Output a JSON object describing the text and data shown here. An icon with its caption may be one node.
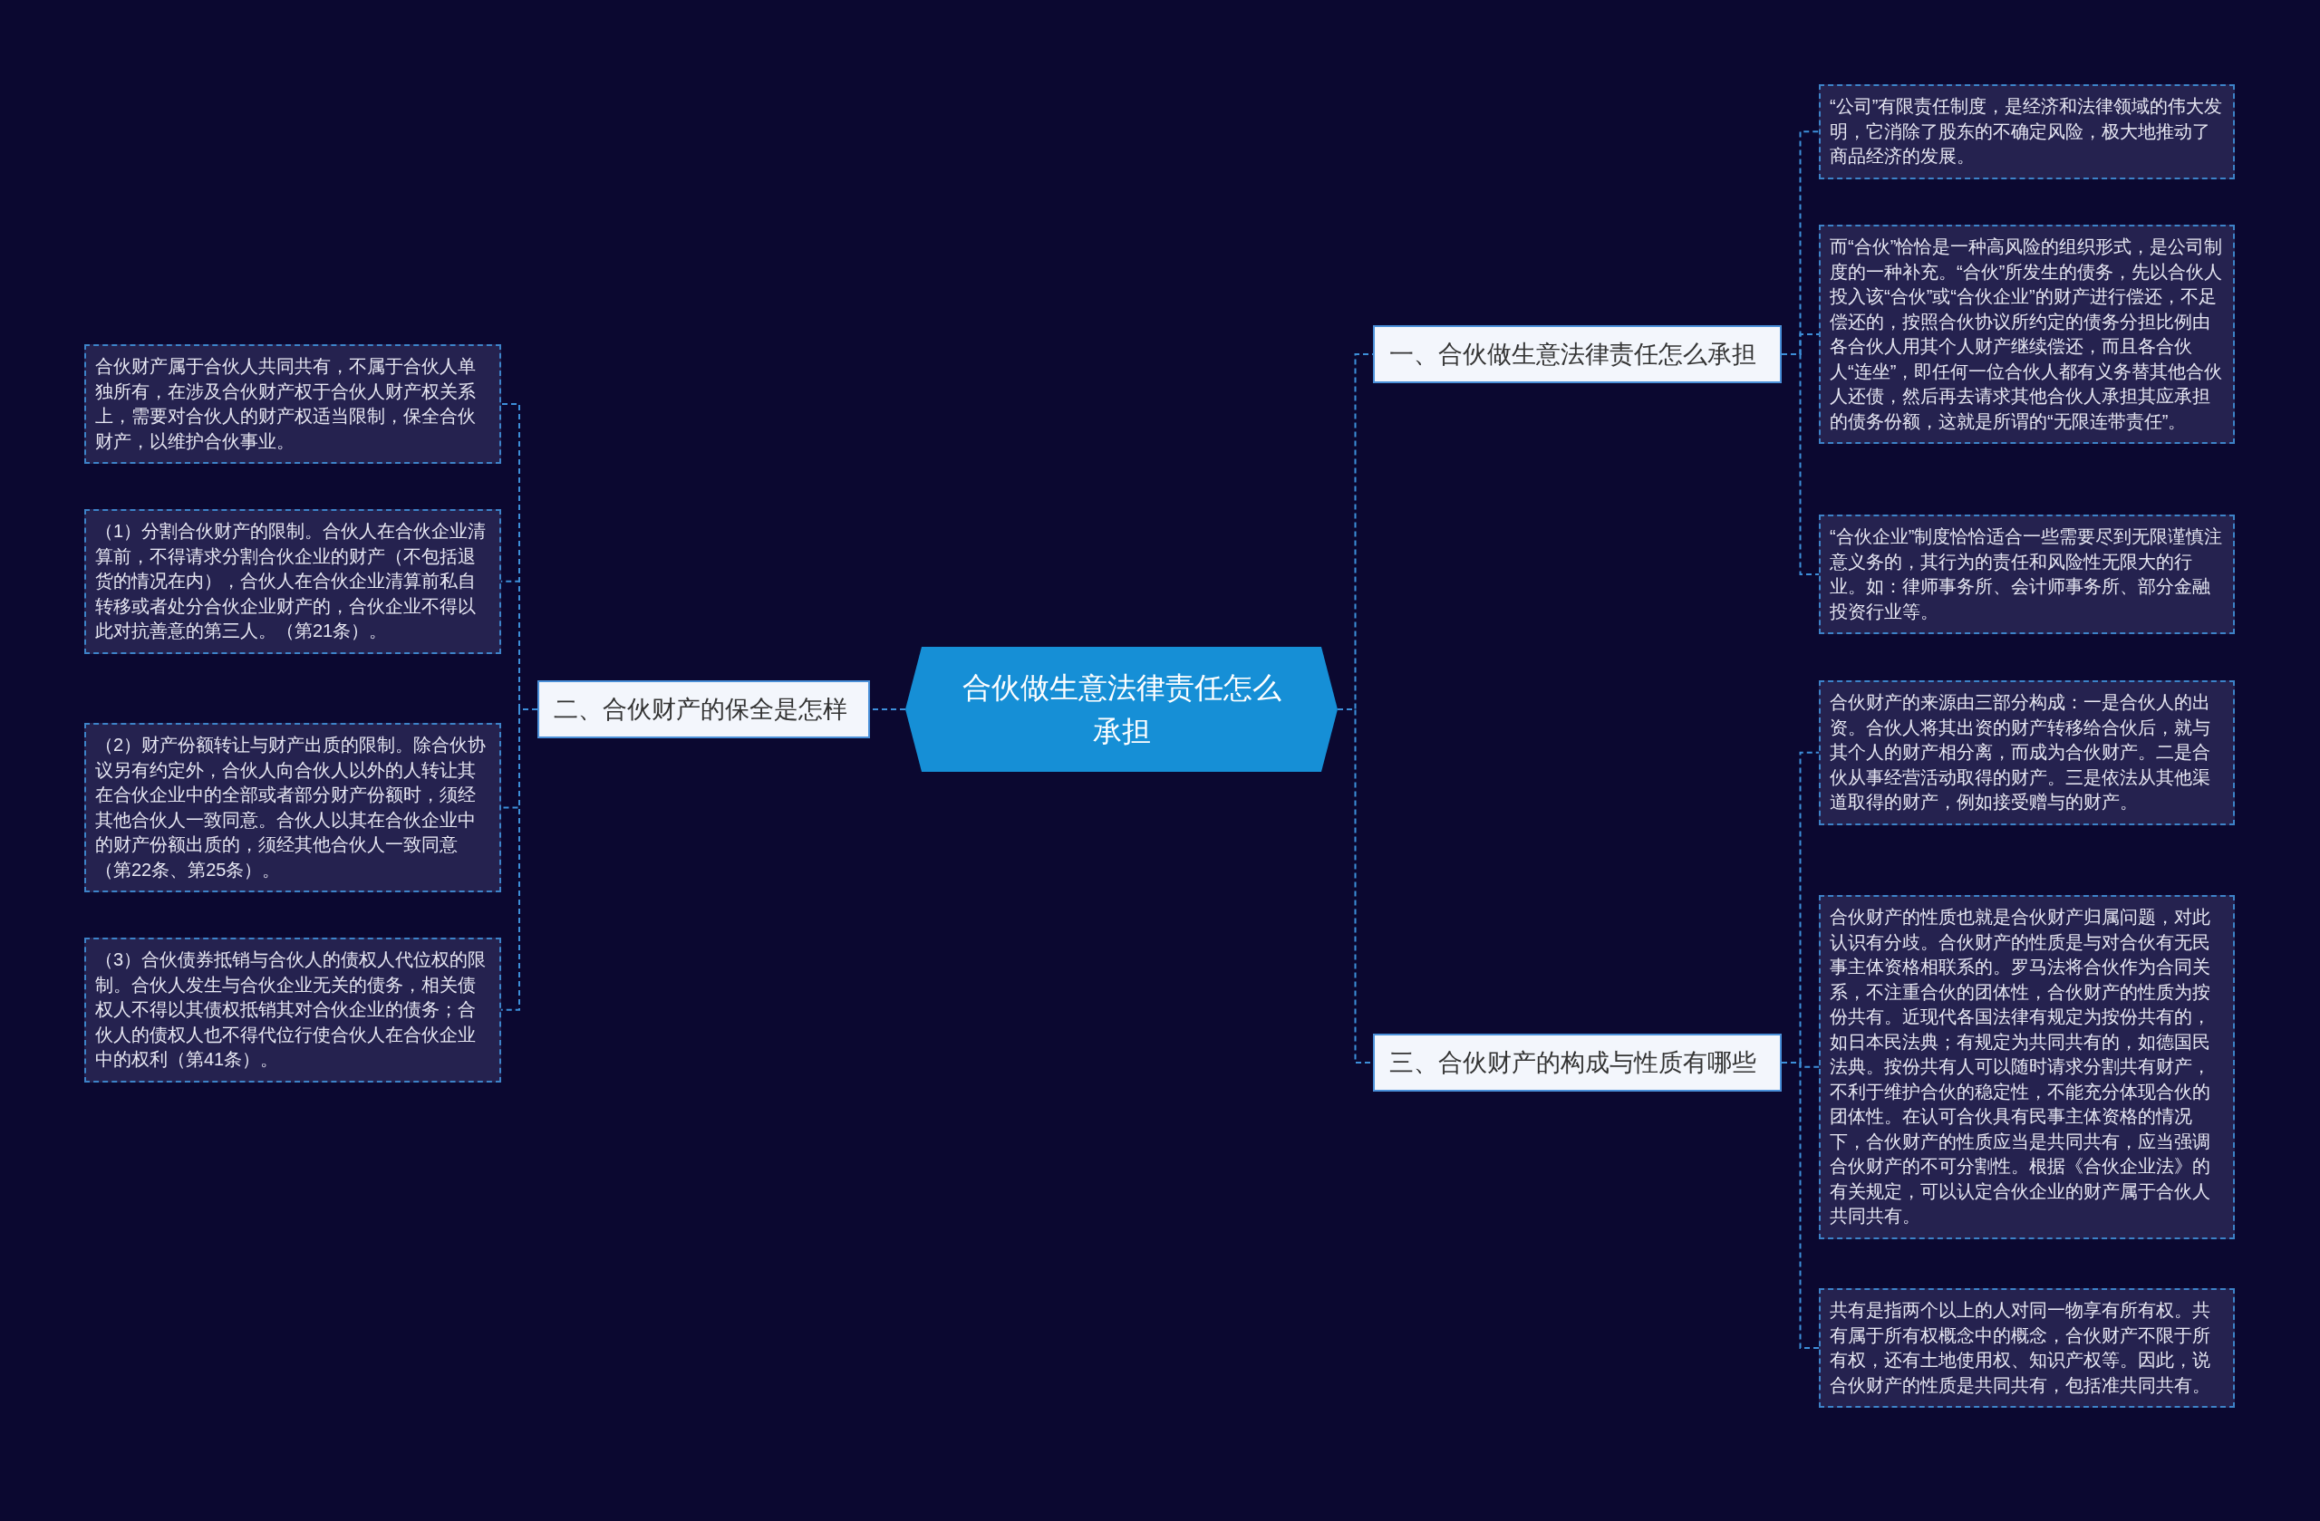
{
  "diagram": {
    "nodes": [
      {
        "text": [
          "合伙做生意法律责任怎么承担"
        ]
      },
      {
        "text": [
          "一、合伙做生意法律责任怎么承担"
        ]
      },
      {
        "text": [
          "“公司”有限责任制度，是经济和法律领域的伟大发明，它消除了股东的不确定风险，极大地推动了商品经济的发展。"
        ]
      },
      {
        "text": [
          "而“合伙”恰恰是一种高风险的组织形式，是公司制度的一种补充。“合伙”所发生的债务，先以合伙人投入该“合伙”或“合伙企业”的财产进行偿还，不足偿还的，按照合伙协议所约定的债务分担比例由各合伙人用其个人财产继续偿还，而且各合伙人“连坐”，即任何一位合伙人都有义务替其他合伙人还债，然后再去请求其他合伙人承担其应承担的债务份额，这就是所谓的“无限连带责任”。"
        ]
      },
      {
        "text": [
          "“合伙企业”制度恰恰适合一些需要尽到无限谨慎注意义务的，其行为的责任和风险性无限大的行业。如：律师事务所、会计师事务所、部分金融投资行业等。"
        ]
      },
      {
        "text": [
          "二、合伙财产的保全是怎样"
        ]
      },
      {
        "text": [
          "合伙财产属于合伙人共同共有，不属于合伙人单独所有，在涉及合伙财产权于合伙人财产权关系上，需要对合伙人的财产权适当限制，保全合伙财产，以维护合伙事业。"
        ]
      },
      {
        "text": [
          "（1）分割合伙财产的限制。合伙人在合伙企业清算前，不得请求分割合伙企业的财产（不包括退货的情况在内），合伙人在合伙企业清算前私自转移或者处分合伙企业财产的，合伙企业不得以此对抗善意的第三人。（第21条）。"
        ]
      },
      {
        "text": [
          "（2）财产份额转让与财产出质的限制。除合伙协议另有约定外，合伙人向合伙人以外的人转让其在合伙企业中的全部或者部分财产份额时，须经其他合伙人一致同意。合伙人以其在合伙企业中的财产份额出质的，须经其他合伙人一致同意（第22条、第25条）。"
        ]
      },
      {
        "text": [
          "（3）合伙债券抵销与合伙人的债权人代位权的限制。合伙人发生与合伙企业无关的债务，相关债权人不得以其债权抵销其对合伙企业的债务；合伙人的债权人也不得代位行使合伙人在合伙企业中的权利（第41条）。"
        ]
      },
      {
        "text": [
          "三、合伙财产的构成与性质有哪些"
        ]
      },
      {
        "text": [
          "合伙财产的来源由三部分构成：一是合伙人的出资。合伙人将其出资的财产转移给合伙后，就与其个人的财产相分离，而成为合伙财产。二是合伙从事经营活动取得的财产。三是依法从其他渠道取得的财产，例如接受赠与的财产。"
        ]
      },
      {
        "text": [
          "合伙财产的性质也就是合伙财产归属问题，对此认识有分歧。合伙财产的性质是与对合伙有无民事主体资格相联系的。罗马法将合伙作为合同关系，不注重合伙的团体性，合伙财产的性质为按份共有。近现代各国法律有规定为按份共有的，如日本民法典；有规定为共同共有的，如德国民法典。按份共有人可以随时请求分割共有财产，不利于维护合伙的稳定性，不能充分体现合伙的团体性。在认可合伙具有民事主体资格的情况下，合伙财产的性质应当是共同共有，应当强调合伙财产的不可分割性。根据《合伙企业法》的有关规定，可以认定合伙企业的财产属于合伙人共同共有。"
        ]
      },
      {
        "text": [
          "共有是指两个以上的人对同一物享有所有权。共有属于所有权概念中的概念，合伙财产不限于所有权，还有土地使用权、知识产权等。因此，说合伙财产的性质是共同共有，包括准共同共有。"
        ]
      }
    ],
    "edges": [
      {
        "from": 0,
        "to": 1,
        "arrow": "none"
      },
      {
        "from": 1,
        "to": 2,
        "arrow": "none"
      },
      {
        "from": 1,
        "to": 3,
        "arrow": "none"
      },
      {
        "from": 1,
        "to": 4,
        "arrow": "none"
      },
      {
        "from": 0,
        "to": 5,
        "arrow": "none"
      },
      {
        "from": 5,
        "to": 6,
        "arrow": "none"
      },
      {
        "from": 5,
        "to": 7,
        "arrow": "none"
      },
      {
        "from": 5,
        "to": 8,
        "arrow": "none"
      },
      {
        "from": 5,
        "to": 9,
        "arrow": "none"
      },
      {
        "from": 0,
        "to": 10,
        "arrow": "none"
      },
      {
        "from": 10,
        "to": 11,
        "arrow": "none"
      },
      {
        "from": 10,
        "to": 12,
        "arrow": "none"
      },
      {
        "from": 10,
        "to": 13,
        "arrow": "none"
      }
    ]
  }
}
